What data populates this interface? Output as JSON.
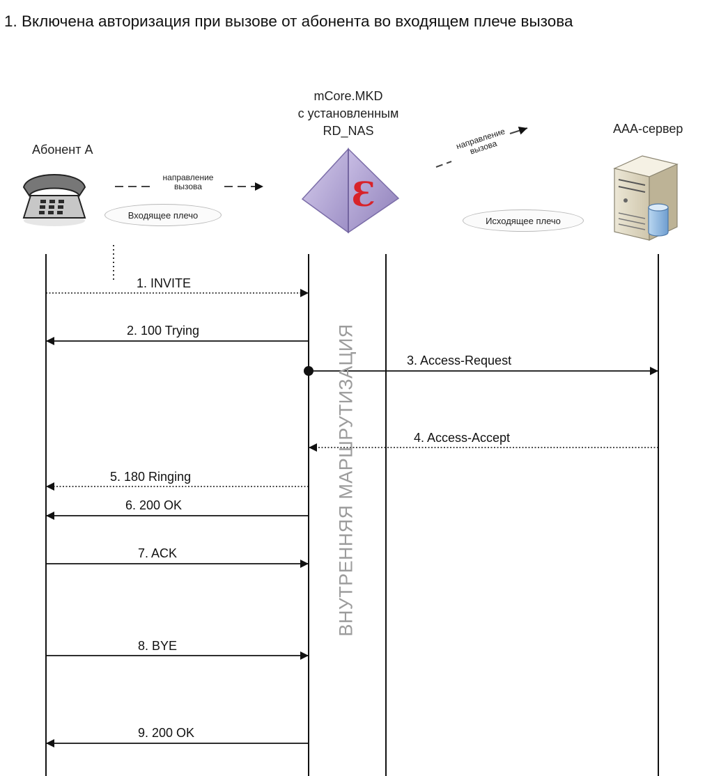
{
  "title": "1. Включена авторизация при вызове от абонента во входящем плече вызова",
  "participants": {
    "subscriber": {
      "label": "Абонент А",
      "icon": "telephone-icon"
    },
    "core": {
      "lines": [
        "mCore.MKD",
        "с установленным",
        "RD_NAS"
      ],
      "icon": "pyramid-logo-icon",
      "logo_glyph": "Ɛ"
    },
    "aaa": {
      "label": "AAA-сервер",
      "icon": "server-icon"
    }
  },
  "direction_labels": {
    "incoming": [
      "направление",
      "вызова"
    ],
    "outgoing": [
      "направление",
      "вызова"
    ]
  },
  "legs": {
    "incoming": "Входящее плечо",
    "outgoing": "Исходящее плечо"
  },
  "internal_routing": "ВНУТРЕННЯЯ МАРШРУТИЗАЦИЯ",
  "messages": [
    {
      "label": "1. INVITE",
      "from": "subscriber",
      "to": "core",
      "style": "dotted"
    },
    {
      "label": "2. 100 Trying",
      "from": "core",
      "to": "subscriber",
      "style": "solid"
    },
    {
      "label": "3. Access-Request",
      "from": "core",
      "to": "aaa",
      "style": "solid"
    },
    {
      "label": "4. Access-Accept",
      "from": "aaa",
      "to": "core",
      "style": "dotted"
    },
    {
      "label": "5. 180 Ringing",
      "from": "core",
      "to": "subscriber",
      "style": "dotted"
    },
    {
      "label": "6. 200 OK",
      "from": "core",
      "to": "subscriber",
      "style": "solid"
    },
    {
      "label": "7. ACK",
      "from": "subscriber",
      "to": "core",
      "style": "solid"
    },
    {
      "label": "8. BYE",
      "from": "subscriber",
      "to": "core",
      "style": "solid"
    },
    {
      "label": "9. 200 OK",
      "from": "core",
      "to": "subscriber",
      "style": "solid"
    }
  ],
  "colors": {
    "line": "#111111",
    "logo_red": "#d8232a",
    "pyramid": "#b7a9d6",
    "routing_text": "#9c9c9c"
  }
}
